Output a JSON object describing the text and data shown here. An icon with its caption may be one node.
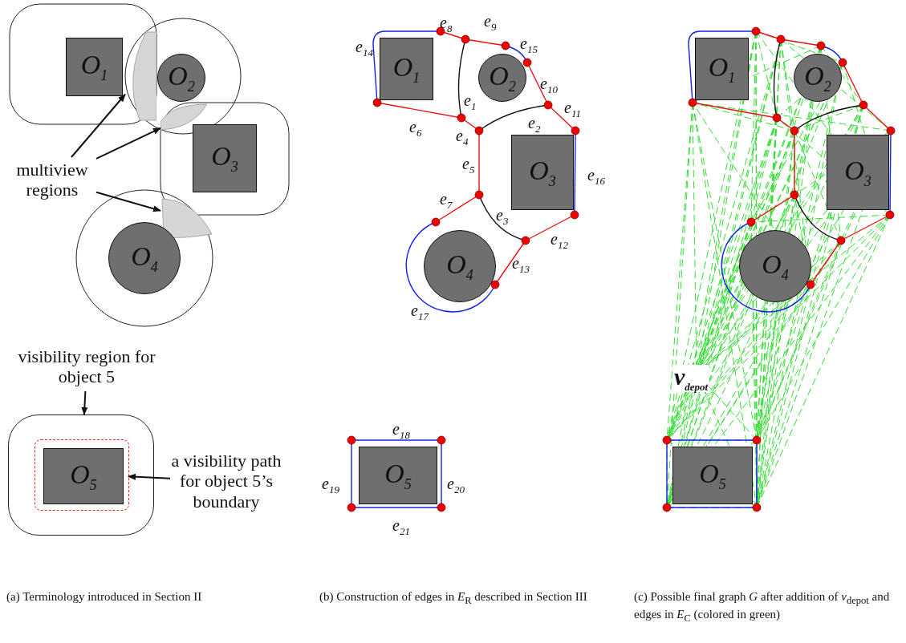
{
  "diagram": {
    "nodes": [
      {
        "text": [
          "O$_{1}$"
        ]
      },
      {
        "text": [
          "O$_{2}$"
        ]
      },
      {
        "text": [
          "O$_{3}$"
        ]
      },
      {
        "text": [
          "multiview regions"
        ]
      },
      {
        "text": [],
        "shape": "lens"
      },
      {
        "text": [],
        "shape": "lens"
      },
      {
        "text": [],
        "shape": "lens"
      },
      {
        "text": [
          "O$_{4}$"
        ]
      },
      {
        "text": [
          "visibility region for object 5"
        ]
      },
      {
        "text": [],
        "shape": "box"
      },
      {
        "text": [],
        "shape": "box",
        "in": 9
      },
      {
        "text": [
          "O$_{5}$"
        ],
        "in": 10
      },
      {
        "text": [
          "a visibility path for object 5’s boundary"
        ]
      },
      {
        "text": [
          "O$_{1}$"
        ]
      },
      {
        "text": [
          "O$_{2}$"
        ]
      },
      {
        "text": [
          "O$_{3}$"
        ]
      },
      {
        "text": [
          "O$_{4}$"
        ]
      },
      {
        "text": [
          "O$_{5}$"
        ]
      },
      {
        "text": [
          "O$_{1}$"
        ]
      },
      {
        "text": [
          "O$_{2}$"
        ]
      },
      {
        "text": [
          "O$_{3}$"
        ]
      },
      {
        "text": [
          "O$_{4}$"
        ]
      },
      {
        "text": [
          "O$_{5}$"
        ]
      }
    ],
    "edges": [
      {
        "from": 3,
        "to": 4,
        "arrow": "to"
      },
      {
        "from": 3,
        "to": 5,
        "arrow": "to"
      },
      {
        "from": 3,
        "to": 6,
        "arrow": "to"
      },
      {
        "from": 8,
        "to": 9,
        "arrow": "to"
      },
      {
        "from": 12,
        "to": 10,
        "arrow": "to"
      }
    ],
    "labels": [
      "e$_{8}$",
      "e$_{9}$",
      "e$_{14}$",
      "e$_{15}$",
      "e$_{10}$",
      "e$_{1}$",
      "e$_{11}$",
      "e$_{6}$",
      "e$_{4}$",
      "e$_{2}$",
      "e$_{5}$",
      "e$_{16}$",
      "e$_{7}$",
      "e$_{3}$",
      "e$_{12}$",
      "e$_{13}$",
      "e$_{17}$",
      "e$_{18}$",
      "e$_{19}$",
      "e$_{20}$",
      "e$_{21}$",
      "v$_{depot}$",
      "(a) Terminology introduced in Section II",
      "(b) Construction of edges in *E*$_{R}$ described in Section III",
      "(c) Possible final graph *G* after addition of *v*$_{depot}$ and edges in *E*$_{C}$ (colored in green)"
    ]
  }
}
